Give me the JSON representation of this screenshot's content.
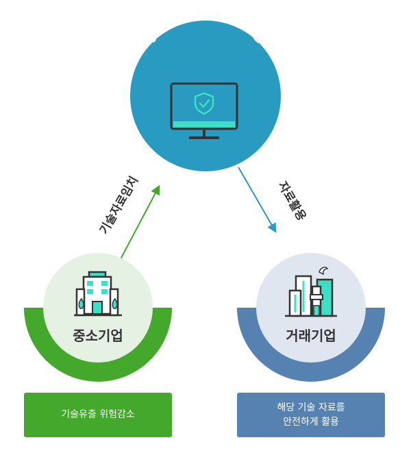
{
  "center": {
    "title": "Tech Safe",
    "color": "#2a9bc0",
    "icon": "monitor-shield-icon"
  },
  "left": {
    "name": "중소기업",
    "arrow_label": "기술자료임치",
    "ring_color": "#43a82b",
    "box_color": "#43a82b",
    "box_text": "기술유출 위험감소",
    "icon": "office-building-icon"
  },
  "right": {
    "name": "거래기업",
    "arrow_label": "자료활용",
    "ring_color": "#5582b0",
    "box_color": "#5582b0",
    "box_lines": [
      "해당 기술 자료를",
      "안전하게 활용"
    ],
    "icon": "factory-buildings-icon"
  }
}
